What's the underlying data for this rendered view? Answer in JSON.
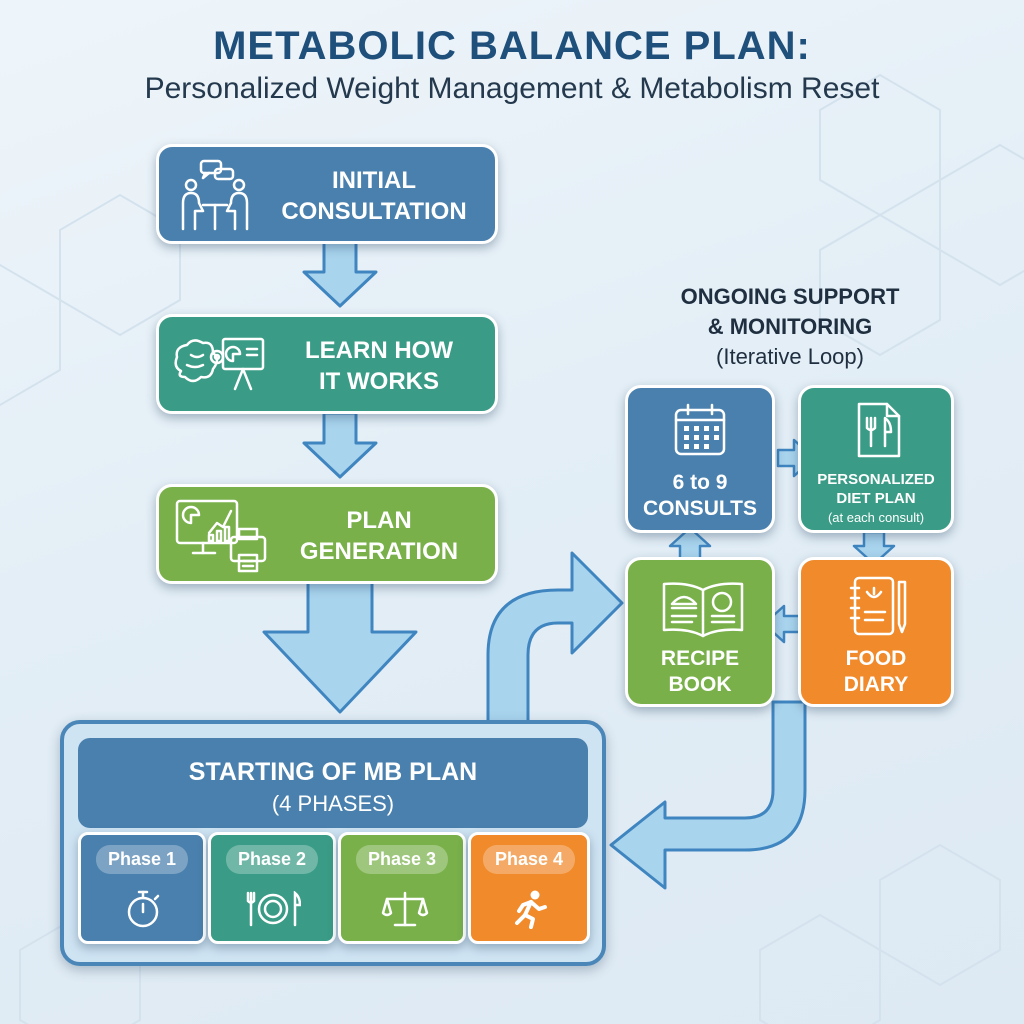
{
  "title": "METABOLIC BALANCE PLAN:",
  "subtitle": "Personalized Weight Management & Metabolism Reset",
  "steps": [
    {
      "line1": "INITIAL",
      "line2": "CONSULTATION",
      "icon": "consultation-icon",
      "color": "#4a80ad"
    },
    {
      "line1": "LEARN HOW",
      "line2": "IT WORKS",
      "icon": "brain-presentation-icon",
      "color": "#3a9c86"
    },
    {
      "line1": "PLAN",
      "line2": "GENERATION",
      "icon": "computer-printer-icon",
      "color": "#79b04a"
    }
  ],
  "support": {
    "heading_line1": "ONGOING SUPPORT",
    "heading_line2": "& MONITORING",
    "sub": "(Iterative Loop)",
    "items": [
      {
        "line1": "6 to 9",
        "line2": "CONSULTS",
        "icon": "calendar-icon"
      },
      {
        "line1": "PERSONALIZED",
        "line2": "DIET PLAN",
        "note": "(at each consult)",
        "icon": "diet-plan-icon"
      },
      {
        "line1": "RECIPE",
        "line2": "BOOK",
        "icon": "recipe-book-icon"
      },
      {
        "line1": "FOOD",
        "line2": "DIARY",
        "icon": "food-diary-icon"
      }
    ]
  },
  "mb_plan": {
    "line1": "STARTING OF MB PLAN",
    "line2": "(4 PHASES)",
    "phases": [
      {
        "label": "Phase 1",
        "icon": "stopwatch-icon",
        "color": "#4a80ad"
      },
      {
        "label": "Phase 2",
        "icon": "plate-cutlery-icon",
        "color": "#3a9c86"
      },
      {
        "label": "Phase 3",
        "icon": "balance-scale-icon",
        "color": "#79b04a"
      },
      {
        "label": "Phase 4",
        "icon": "running-person-icon",
        "color": "#f08a2b"
      }
    ]
  },
  "colors": {
    "blue": "#4a80ad",
    "teal": "#3a9c86",
    "green": "#79b04a",
    "orange": "#f08a2b",
    "title": "#1f4f7b",
    "arrow": "#a9d4ee"
  }
}
